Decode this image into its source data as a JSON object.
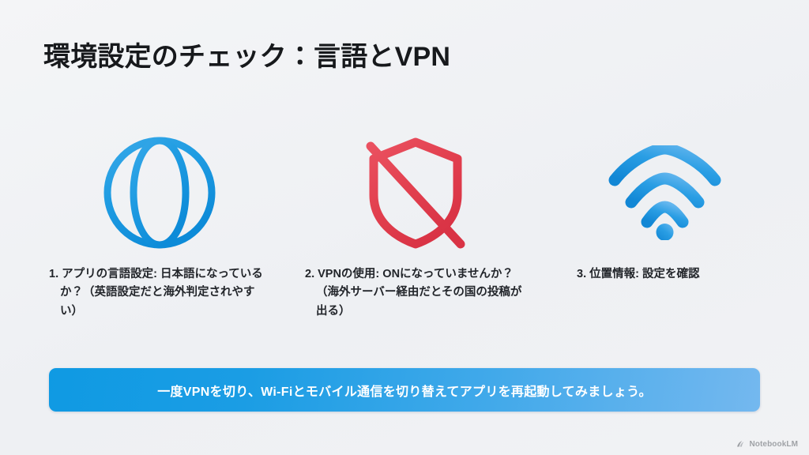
{
  "slide": {
    "title": "環境設定のチェック：言語とVPN",
    "background_color": "#f1f3f5",
    "title_color": "#17191c"
  },
  "columns": [
    {
      "index": "1",
      "icon": "globe-icon",
      "icon_color": "#1f9ce2",
      "text": "1. アプリの言語設定: 日本語になっているか？（英語設定だと海外判定されやすい）"
    },
    {
      "index": "2",
      "icon": "shield-off-icon",
      "icon_color": "#e2404f",
      "text": "2. VPNの使用: ONになっていませんか？（海外サーバー経由だとその国の投稿が出る）"
    },
    {
      "index": "3",
      "icon": "wifi-icon",
      "icon_color": "#2a9ee4",
      "text": "3. 位置情報: 設定を確認"
    }
  ],
  "banner": {
    "text": "一度VPNを切り、Wi-Fiとモバイル通信を切り替えてアプリを再起動してみましょう。",
    "gradient_start": "#0f9ae3",
    "gradient_end": "#74b8ef",
    "text_color": "#ffffff"
  },
  "watermark": {
    "label": "NotebookLM",
    "icon": "notebooklm-logo-icon",
    "color": "#5d6167"
  }
}
